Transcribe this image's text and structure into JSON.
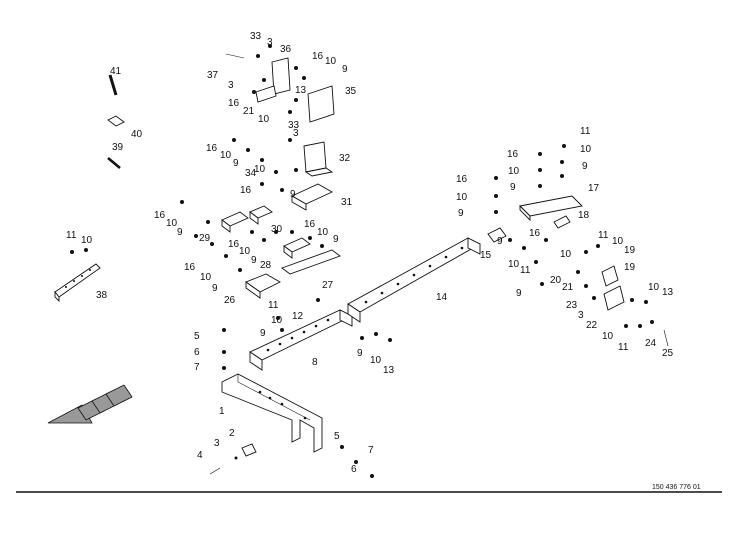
{
  "drawing_number": "150 436 776 01",
  "callouts": {
    "c1": "1",
    "c2": "2",
    "c3a": "3",
    "c4": "4",
    "c5a": "5",
    "c6a": "6",
    "c7a": "7",
    "c5b": "5",
    "c6b": "6",
    "c7b": "7",
    "c8": "8",
    "c9a": "9",
    "c10a": "10",
    "c11a": "11",
    "c12": "12",
    "c9b": "9",
    "c10b": "10",
    "c13a": "13",
    "c14": "14",
    "c26": "26",
    "c27": "27",
    "c28": "28",
    "c16a": "16",
    "c10c": "10",
    "c9c": "9",
    "c16b": "16",
    "c10d": "10",
    "c9d": "9",
    "c29": "29",
    "c30": "30",
    "c16c": "16",
    "c10e": "10",
    "c9e": "9",
    "c16d": "16",
    "c10f": "10",
    "c9f": "9",
    "c31": "31",
    "c16e": "16",
    "c10g": "10",
    "c9g": "9",
    "c34": "34",
    "c32": "32",
    "c16f": "16",
    "c10h": "10",
    "c9h": "9",
    "c33b": "33",
    "c3b": "3",
    "c13b": "13",
    "c10i": "10",
    "c35": "35",
    "c21a": "21",
    "c16g": "16",
    "c3c": "3",
    "c37": "37",
    "c33a": "33",
    "c3d": "3",
    "c36": "36",
    "c16h": "16",
    "c10j": "10",
    "c9i": "9",
    "c41": "41",
    "c40": "40",
    "c39": "39",
    "c11b": "11",
    "c10k": "10",
    "c38": "38",
    "c16i": "16",
    "c10l": "10",
    "c9j": "9",
    "c11c": "11",
    "c10m": "10",
    "c9k": "9",
    "c17": "17",
    "c18": "18",
    "c15": "15",
    "c9l": "9",
    "c16j": "16",
    "c10n": "10",
    "c11d": "11",
    "c10o": "10",
    "c11e": "11",
    "c10p": "10",
    "c19a": "19",
    "c19b": "19",
    "c20": "20",
    "c21b": "21",
    "c9m": "9",
    "c23": "23",
    "c3e": "3",
    "c22": "22",
    "c10q": "10",
    "c13c": "13",
    "c10r": "10",
    "c11f": "11",
    "c24": "24",
    "c25": "25"
  }
}
